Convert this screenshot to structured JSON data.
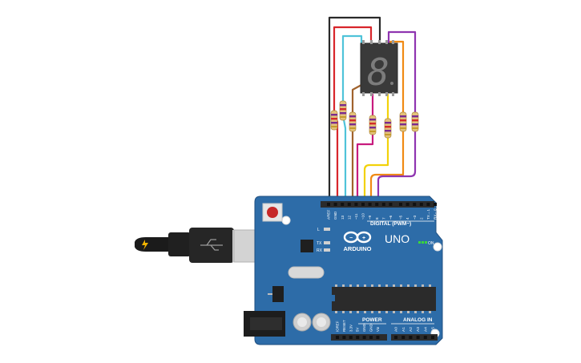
{
  "board": {
    "brand": "ARDUINO",
    "model": "UNO",
    "on_label": "ON",
    "led_l": "L",
    "led_tx": "TX",
    "led_rx": "RX",
    "digital_header": "DIGITAL (PWM~)",
    "power_header": "POWER",
    "analog_header": "ANALOG IN",
    "digital_pins": [
      "AREF",
      "GND",
      "13",
      "12",
      "~11",
      "~10",
      "~9",
      "8",
      "7",
      "~6",
      "~5",
      "4",
      "~3",
      "2",
      "TX→1",
      "RX←0"
    ],
    "power_pins": [
      "IOREF",
      "RESET",
      "3.3V",
      "5V",
      "GND",
      "GND",
      "Vin"
    ],
    "analog_pins": [
      "A0",
      "A1",
      "A2",
      "A3",
      "A4",
      "A5"
    ]
  },
  "display": {
    "digit": "8",
    "digit_color": "#7c7c7c"
  },
  "colors": {
    "board": "#2d6ca8",
    "board_edge": "#1f4f80",
    "wire_black": "#2a2a2a",
    "wire_red": "#d8262b",
    "wire_cyan": "#4fc3d9",
    "wire_brown": "#a0622d",
    "wire_pink": "#c71b7e",
    "wire_yellow": "#f2d20a",
    "wire_orange": "#f08a14",
    "wire_purple": "#8f35b0"
  }
}
